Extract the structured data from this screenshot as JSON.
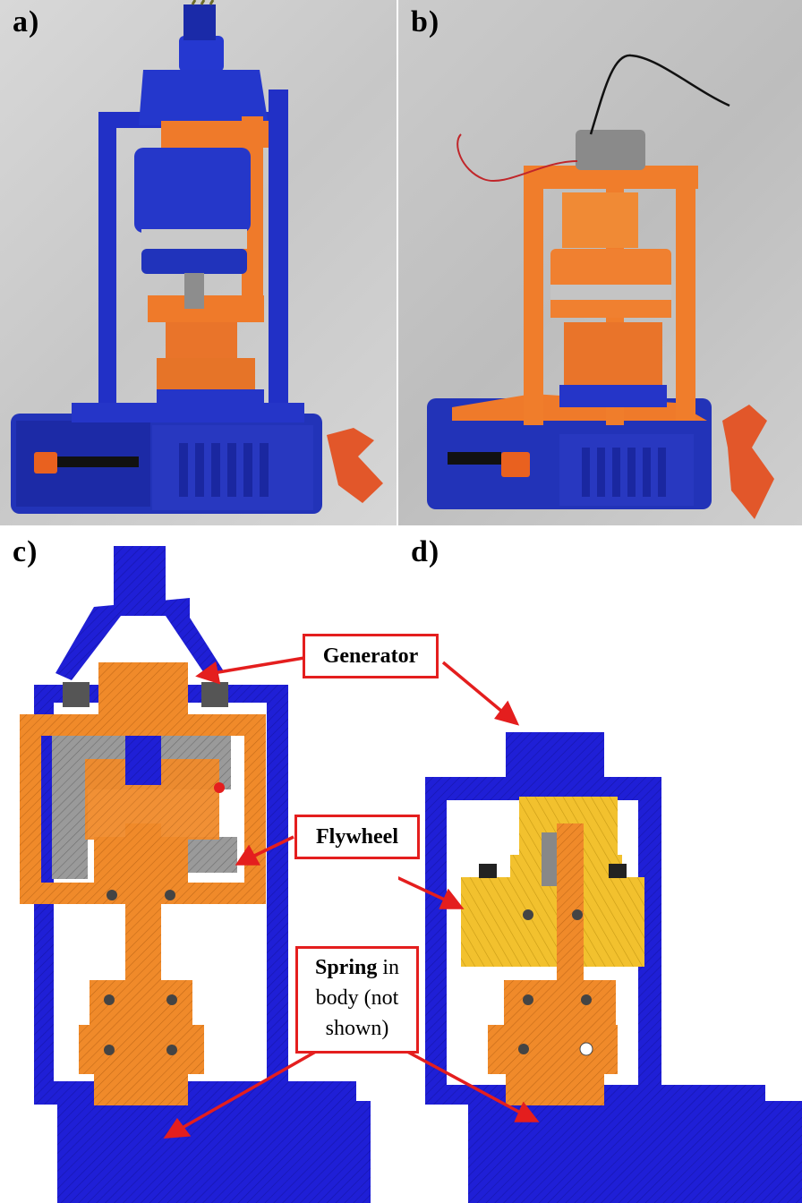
{
  "panels": {
    "a": {
      "label": "a)"
    },
    "b": {
      "label": "b)"
    },
    "c": {
      "label": "c)"
    },
    "d": {
      "label": "d)"
    }
  },
  "callouts": {
    "generator": "Generator",
    "flywheel": "Flywheel",
    "spring": {
      "bold": "Spring",
      "rest_line1": " in",
      "line2": "body (not",
      "line3": "shown)"
    }
  },
  "colors": {
    "blue_part": "#1f1fd6",
    "orange_part": "#f08a2a",
    "gold_part": "#f2c12e",
    "grey_part": "#8a8a8a",
    "arrow_red": "#e41e1e"
  }
}
